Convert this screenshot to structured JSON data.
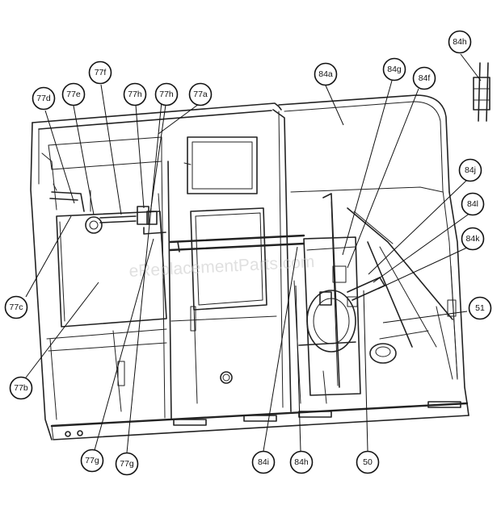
{
  "watermark": "eReplacementParts.com",
  "callouts": [
    {
      "id": "84h-top",
      "label": "84h"
    },
    {
      "id": "77f",
      "label": "77f"
    },
    {
      "id": "77d",
      "label": "77d"
    },
    {
      "id": "77e",
      "label": "77e"
    },
    {
      "id": "77h-1",
      "label": "77h"
    },
    {
      "id": "77h-2",
      "label": "77h"
    },
    {
      "id": "77a",
      "label": "77a"
    },
    {
      "id": "84a",
      "label": "84a"
    },
    {
      "id": "84g",
      "label": "84g"
    },
    {
      "id": "84f",
      "label": "84f"
    },
    {
      "id": "84j",
      "label": "84j"
    },
    {
      "id": "84l",
      "label": "84l"
    },
    {
      "id": "84k",
      "label": "84k"
    },
    {
      "id": "51",
      "label": "51"
    },
    {
      "id": "77c",
      "label": "77c"
    },
    {
      "id": "77b",
      "label": "77b"
    },
    {
      "id": "77g-1",
      "label": "77g"
    },
    {
      "id": "77g-2",
      "label": "77g"
    },
    {
      "id": "84i",
      "label": "84i"
    },
    {
      "id": "84h-bottom",
      "label": "84h"
    },
    {
      "id": "50",
      "label": "50"
    }
  ]
}
